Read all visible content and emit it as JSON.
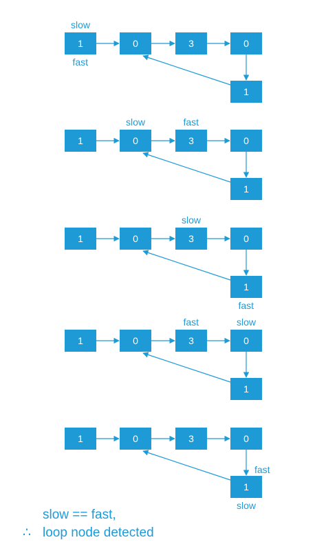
{
  "diagram": {
    "colors": {
      "node_fill": "#1e9bd7",
      "node_text": "#ffffff",
      "accent": "#1e9bd7"
    },
    "steps": [
      {
        "nodes": [
          "1",
          "0",
          "3",
          "0",
          "1"
        ],
        "pointers": {
          "slow": {
            "node": 0,
            "position": "above"
          },
          "fast": {
            "node": 0,
            "position": "below"
          }
        }
      },
      {
        "nodes": [
          "1",
          "0",
          "3",
          "0",
          "1"
        ],
        "pointers": {
          "slow": {
            "node": 1,
            "position": "above"
          },
          "fast": {
            "node": 2,
            "position": "above"
          }
        }
      },
      {
        "nodes": [
          "1",
          "0",
          "3",
          "0",
          "1"
        ],
        "pointers": {
          "slow": {
            "node": 2,
            "position": "above"
          },
          "fast": {
            "node": 4,
            "position": "below"
          }
        }
      },
      {
        "nodes": [
          "1",
          "0",
          "3",
          "0",
          "1"
        ],
        "pointers": {
          "fast": {
            "node": 2,
            "position": "above"
          },
          "slow": {
            "node": 3,
            "position": "above"
          }
        }
      },
      {
        "nodes": [
          "1",
          "0",
          "3",
          "0",
          "1"
        ],
        "pointers": {
          "fast": {
            "node": 4,
            "position": "right"
          },
          "slow": {
            "node": 4,
            "position": "below"
          }
        }
      }
    ],
    "conclusion": {
      "line1": "slow == fast,",
      "symbol": "∴",
      "line2": "loop node detected"
    }
  }
}
